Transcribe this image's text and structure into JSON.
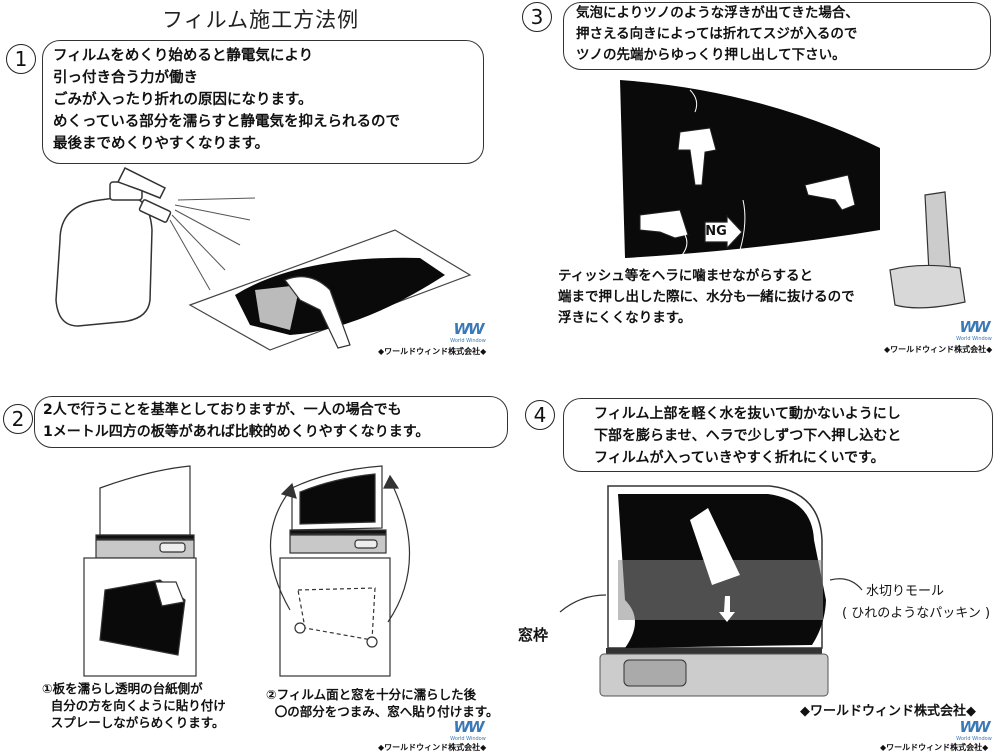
{
  "title": "フィルム施工方法例",
  "steps": [
    {
      "num": "1",
      "text": "フィルムをめくり始めると静電気により\n引っ付き合う力が働き\nごみが入ったり折れの原因になります。\nめくっている部分を濡らすと静電気を抑えられるので\n最後までめくりやすくなります。"
    },
    {
      "num": "2",
      "text": "2人で行うことを基準としておりますが、一人の場合でも\n1メートル四方の板等があれば比較的めくりやすくなります。"
    },
    {
      "num": "3",
      "text": "気泡によりツノのような浮きが出てきた場合、\n押さえる向きによっては折れてスジが入るので\nツノの先端からゆっくり押し出して下さい。"
    },
    {
      "num": "4",
      "text": "フィルム上部を軽く水を抜いて動かないようにし\n下部を膨らませ、ヘラで少しずつ下へ押し込むと\nフィルムが入っていきやすく折れにくいです。"
    }
  ],
  "step3_note": "ティッシュ等をヘラに噛ませながらすると\n端まで押し出した際に、水分も一緒に抜けるので\n浮きにくくなります。",
  "step2_caption_left": "①板を濡らし透明の台紙側が\n  自分の方を向くように貼り付け\n  スプレーしながらめくります。",
  "step2_caption_right": "②フィルム面と窓を十分に濡らした後\n  〇の部分をつまみ、窓へ貼り付けます。",
  "ng_label": "NG",
  "molding_label_1": "水切りモール",
  "molding_label_2": "( ひれのようなパッキン )",
  "frame_label": "窓枠",
  "logo_text": "WW",
  "logo_sub": "World Window",
  "company_small": "◆ワールドウィンド株式会社◆",
  "company_large": "◆ワールドウィンド株式会社◆",
  "colors": {
    "film": "#0a0a0a",
    "logo": "#3a78b8",
    "panel": "#c8c8c8"
  }
}
